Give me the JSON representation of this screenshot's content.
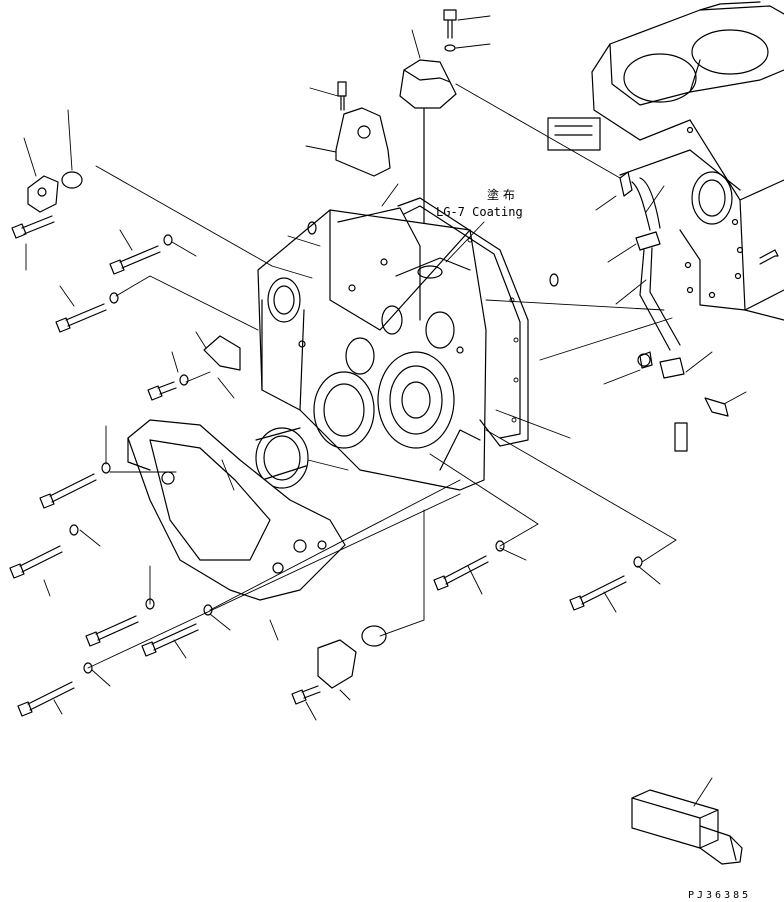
{
  "annotation": {
    "jp": "塗 布",
    "en": "LG-7 Coating"
  },
  "drawing_code": "PJ36385"
}
